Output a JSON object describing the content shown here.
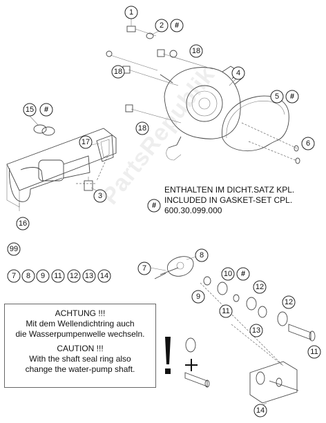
{
  "callouts": {
    "c1": "1",
    "c2": "2",
    "c2hash": "#",
    "c18a": "18",
    "c4": "4",
    "c18b": "18",
    "c18c": "18",
    "c5": "5",
    "c5hash": "#",
    "c6": "6",
    "c15": "15",
    "c15hash": "#",
    "c17": "17",
    "c3": "3",
    "c16": "16",
    "chash": "#",
    "c99": "99",
    "c7": "7",
    "c8": "8",
    "c10": "10",
    "c10hash": "#",
    "c9": "9",
    "c11a": "11",
    "c12a": "12",
    "c12b": "12",
    "c13": "13",
    "c11b": "11",
    "c14": "14"
  },
  "kit_row": [
    "7",
    "8",
    "9",
    "11",
    "12",
    "13",
    "14"
  ],
  "gasket_note": {
    "line1": "ENTHALTEN IM DICHT.SATZ KPL.",
    "line2": "INCLUDED IN GASKET-SET CPL.",
    "line3": "600.30.099.000"
  },
  "warning_note": {
    "line1": "ACHTUNG !!!",
    "line2": "Mit dem Wellendichtring auch",
    "line3": "die Wasserpumpenwelle wechseln.",
    "line4": "CAUTION !!!",
    "line5": "With the shaft seal ring also",
    "line6": "change the water-pump shaft."
  },
  "watermark": "PartsRepublik"
}
